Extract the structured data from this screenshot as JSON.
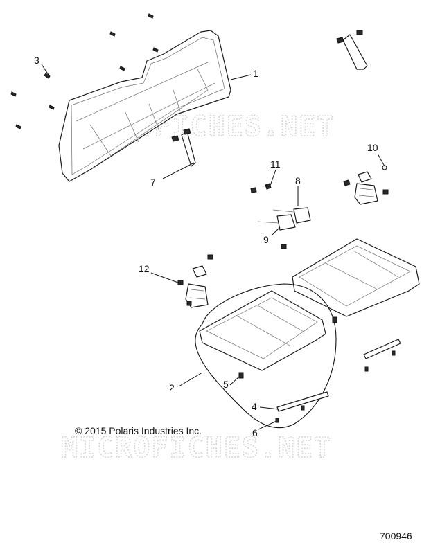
{
  "callouts": {
    "c1": "1",
    "c2": "2",
    "c3": "3",
    "c4": "4",
    "c5": "5",
    "c6": "6",
    "c7": "7",
    "c8": "8",
    "c9": "9",
    "c10": "10",
    "c11": "11",
    "c12": "12"
  },
  "copyright": "© 2015 Polaris Industries Inc.",
  "document_number": "700946",
  "watermark": "MICROFICHES.NET"
}
